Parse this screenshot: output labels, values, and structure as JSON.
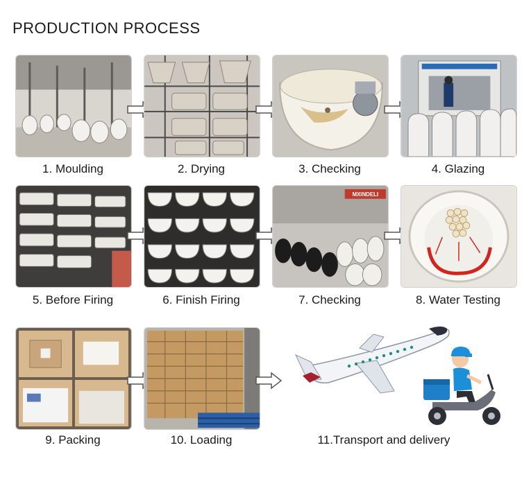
{
  "page": {
    "title": "PRODUCTION PROCESS"
  },
  "steps": [
    {
      "label": "1. Moulding",
      "icon": "factory-photo"
    },
    {
      "label": "2. Drying",
      "icon": "drying-rack-photo"
    },
    {
      "label": "3. Checking",
      "icon": "basin-grinding-photo"
    },
    {
      "label": "4. Glazing",
      "icon": "glazing-booth-photo"
    },
    {
      "label": "5. Before Firing",
      "icon": "stacked-basins-photo"
    },
    {
      "label": "6. Finish Firing",
      "icon": "fired-basins-photo"
    },
    {
      "label": "7. Checking",
      "icon": "inspection-hall-photo",
      "sign_text": "MXINDELI"
    },
    {
      "label": "8. Water Testing",
      "icon": "toilet-flush-test-photo"
    },
    {
      "label": "9. Packing",
      "icon": "carton-packing-photo"
    },
    {
      "label": "10. Loading",
      "icon": "container-loading-photo"
    },
    {
      "label": "11.Transport and delivery",
      "icon": "airplane-and-courier-illustration"
    }
  ],
  "colors": {
    "arrow": "#ffffff",
    "arrow_stroke": "#555555",
    "airplane_accent": "#a4202e",
    "courier_blue": "#1b8fd8"
  }
}
